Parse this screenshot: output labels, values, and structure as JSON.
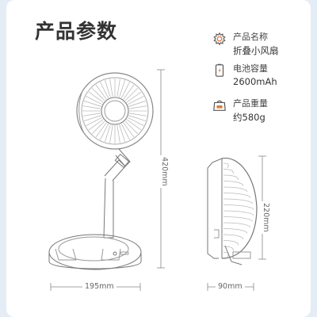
{
  "title": "产品参数",
  "specs": [
    {
      "icon": "gear-icon",
      "label": "产品名称",
      "value": "折叠小风扇"
    },
    {
      "icon": "battery-icon",
      "label": "电池容量",
      "value": "2600mAh"
    },
    {
      "icon": "weight-icon",
      "label": "产品重量",
      "value": "约580g"
    }
  ],
  "dimensions": {
    "height": "420mm",
    "width": "195mm",
    "depth": "90mm",
    "folded_height": "220mm"
  },
  "accent_color": "#e07a3a"
}
